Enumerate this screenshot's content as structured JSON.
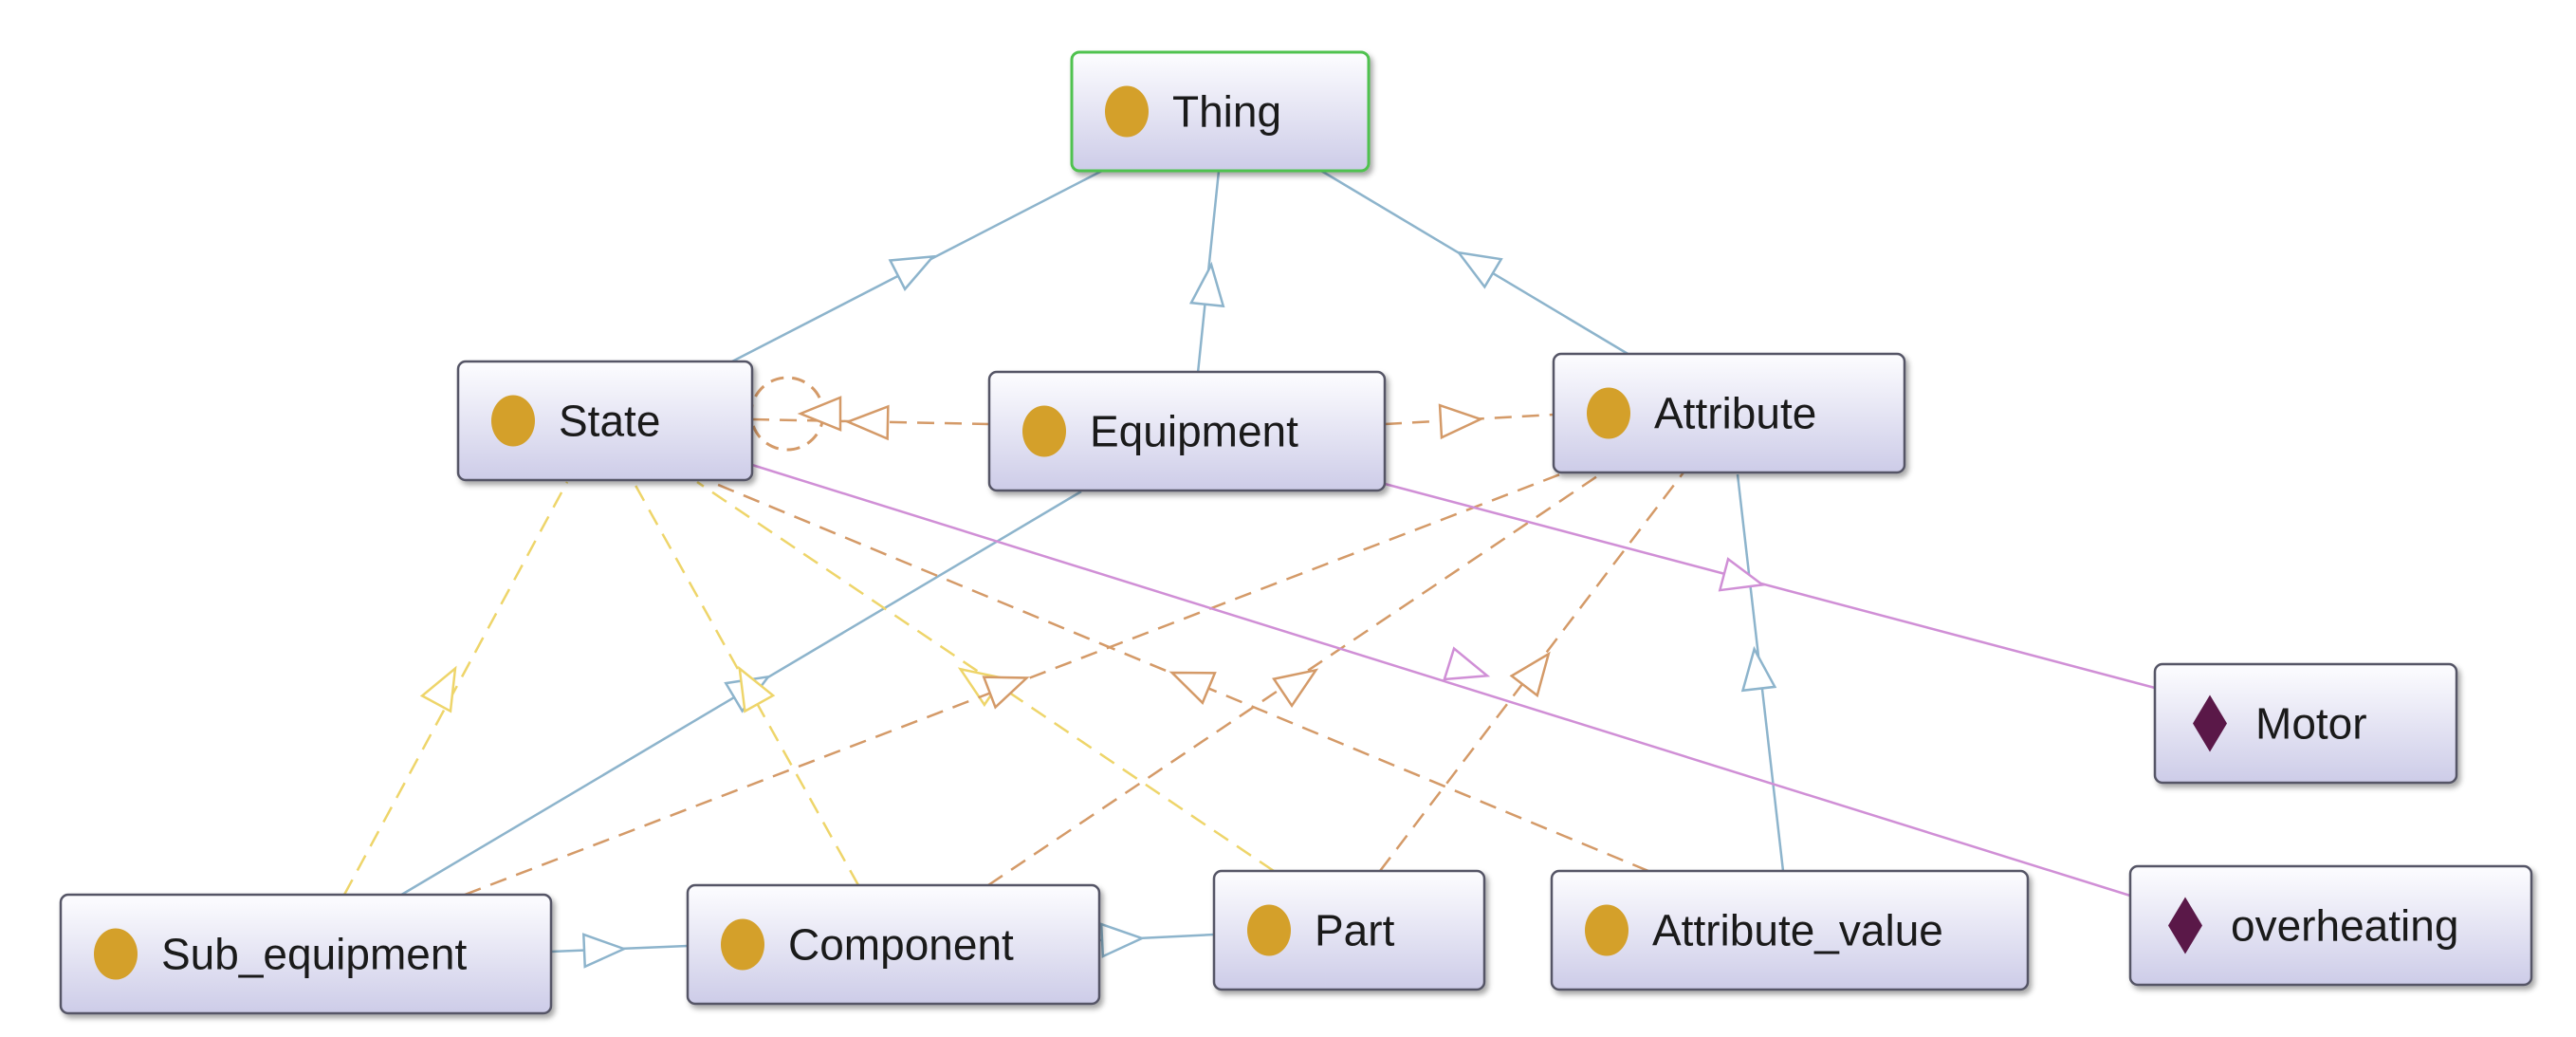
{
  "colors": {
    "class_icon": "#d4a02a",
    "individual_icon": "#5a1848",
    "node_fill_top": "#fdfdff",
    "node_fill_bottom": "#cdcce8",
    "node_border": "#555566",
    "root_border": "#4fc24f",
    "subclass_edge": "#8db4cc",
    "equivalent_edge_yellow": "#eed56a",
    "equivalent_edge_orange": "#d49a68",
    "instance_edge": "#d08fd6"
  },
  "nodes": {
    "thing": {
      "label": "Thing",
      "kind": "class",
      "icon": "class-circle-icon"
    },
    "state": {
      "label": "State",
      "kind": "class",
      "icon": "class-circle-icon"
    },
    "equipment": {
      "label": "Equipment",
      "kind": "class",
      "icon": "class-circle-icon"
    },
    "attribute": {
      "label": "Attribute",
      "kind": "class",
      "icon": "class-circle-icon"
    },
    "motor": {
      "label": "Motor",
      "kind": "individual",
      "icon": "individual-diamond-icon"
    },
    "sub_equipment": {
      "label": "Sub_equipment",
      "kind": "class",
      "icon": "class-circle-icon"
    },
    "component": {
      "label": "Component",
      "kind": "class",
      "icon": "class-circle-icon"
    },
    "part": {
      "label": "Part",
      "kind": "class",
      "icon": "class-circle-icon"
    },
    "attribute_value": {
      "label": "Attribute_value",
      "kind": "class",
      "icon": "class-circle-icon"
    },
    "overheating": {
      "label": "overheating",
      "kind": "individual",
      "icon": "individual-diamond-icon"
    }
  },
  "edges": [
    {
      "from": "state",
      "to": "thing",
      "type": "subclass"
    },
    {
      "from": "equipment",
      "to": "thing",
      "type": "subclass"
    },
    {
      "from": "attribute",
      "to": "thing",
      "type": "subclass"
    },
    {
      "from": "sub_equipment",
      "to": "equipment",
      "type": "subclass"
    },
    {
      "from": "attribute_value",
      "to": "attribute",
      "type": "subclass"
    },
    {
      "from": "sub_equipment",
      "to": "component",
      "type": "subclass"
    },
    {
      "from": "component",
      "to": "part",
      "type": "subclass"
    },
    {
      "from": "equipment",
      "to": "state",
      "type": "equivalent"
    },
    {
      "from": "equipment",
      "to": "attribute",
      "type": "equivalent"
    },
    {
      "from": "state",
      "to": "state",
      "type": "equivalent"
    },
    {
      "from": "sub_equipment",
      "to": "state",
      "type": "equivalent"
    },
    {
      "from": "component",
      "to": "state",
      "type": "equivalent"
    },
    {
      "from": "part",
      "to": "state",
      "type": "equivalent"
    },
    {
      "from": "attribute_value",
      "to": "state",
      "type": "equivalent"
    },
    {
      "from": "sub_equipment",
      "to": "attribute",
      "type": "equivalent"
    },
    {
      "from": "component",
      "to": "attribute",
      "type": "equivalent"
    },
    {
      "from": "part",
      "to": "attribute",
      "type": "equivalent"
    },
    {
      "from": "equipment",
      "to": "motor",
      "type": "instance"
    },
    {
      "from": "state",
      "to": "overheating",
      "type": "instance"
    }
  ]
}
